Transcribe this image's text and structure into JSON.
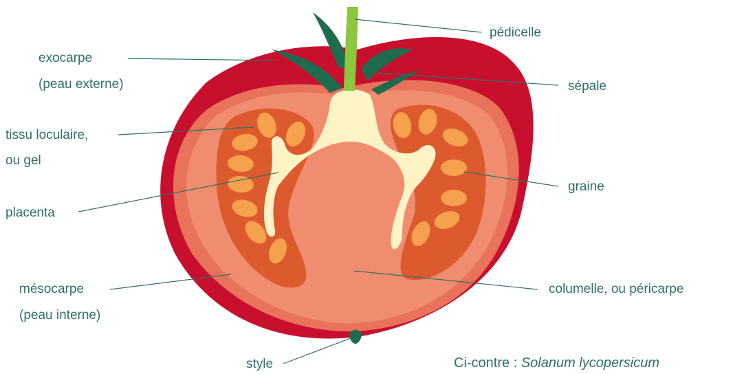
{
  "labels": {
    "pedicelle": "pédicelle",
    "exocarpe_1": "exocarpe",
    "exocarpe_2": "(peau externe)",
    "sepale": "sépale",
    "tissu_1": "tissu loculaire,",
    "tissu_2": "ou gel",
    "graine": "graine",
    "placenta": "placenta",
    "mesocarpe_1": "mésocarpe",
    "mesocarpe_2": "(peau interne)",
    "columelle": "columelle, ou péricarpe",
    "style": "style"
  },
  "caption": {
    "prefix": "Ci-contre : ",
    "species": "Solanum lycopersicum"
  },
  "colors": {
    "skin": "#c8102e",
    "outer_flesh": "#e8735a",
    "inner_flesh": "#f08d70",
    "locule": "#dd5a2e",
    "seed": "#f6a14d",
    "placenta": "#fdf3c4",
    "stem": "#8dc63f",
    "sepal": "#1f6b4e",
    "label_text": "#2f6f68"
  }
}
